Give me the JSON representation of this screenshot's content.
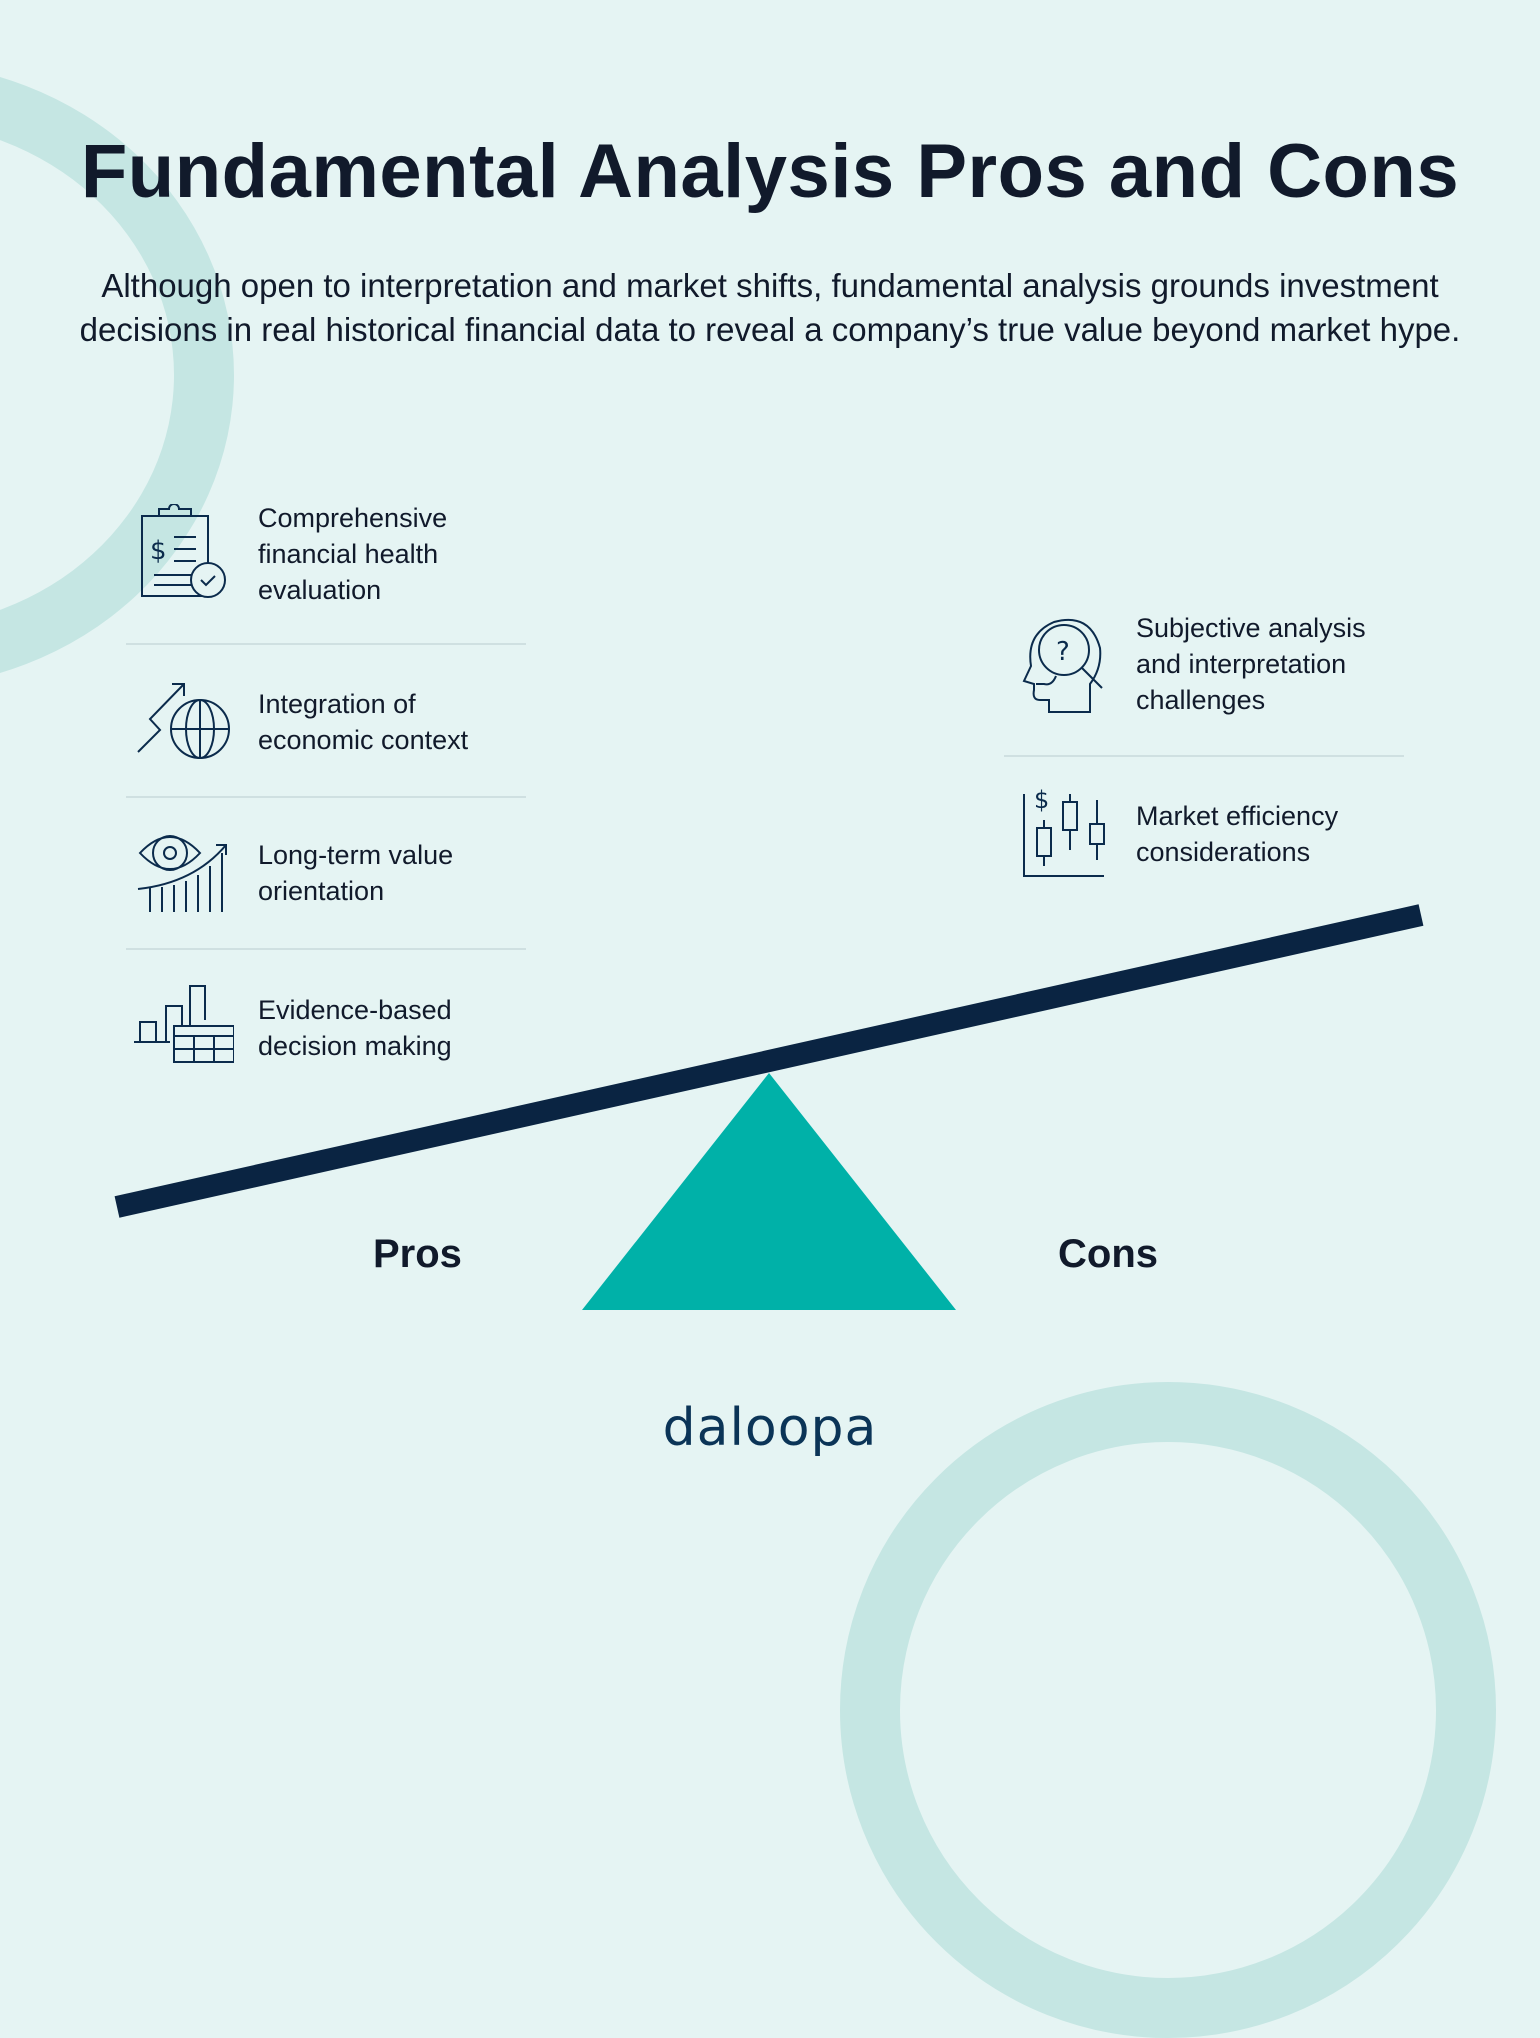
{
  "header": {
    "title": "Fundamental Analysis Pros and Cons",
    "subtitle": "Although open to interpretation and market shifts, fundamental analysis grounds investment decisions in real historical financial data to reveal a company’s true value beyond market hype."
  },
  "pros": {
    "label": "Pros",
    "items": [
      {
        "icon": "clipboard-dollar-check-icon",
        "text": "Comprehensive\nfinancial health\nevaluation"
      },
      {
        "icon": "globe-trend-arrow-icon",
        "text": "Integration of\neconomic context"
      },
      {
        "icon": "eye-growth-chart-icon",
        "text": "Long-term value\norientation"
      },
      {
        "icon": "bar-chart-table-icon",
        "text": "Evidence-based\ndecision making"
      }
    ]
  },
  "cons": {
    "label": "Cons",
    "items": [
      {
        "icon": "head-question-magnifier-icon",
        "text": "Subjective analysis\nand interpretation\nchallenges"
      },
      {
        "icon": "candlestick-dollar-icon",
        "text": "Market efficiency\nconsiderations"
      }
    ]
  },
  "colors": {
    "background": "#e5f4f3",
    "ring": "#c5e6e3",
    "beam": "#0a2442",
    "fulcrum": "#00b1a8",
    "text": "#111a2b",
    "icon_stroke": "#0b2b4c",
    "logo": "#0b3457"
  },
  "brand": {
    "logo_text": "daloopa"
  }
}
